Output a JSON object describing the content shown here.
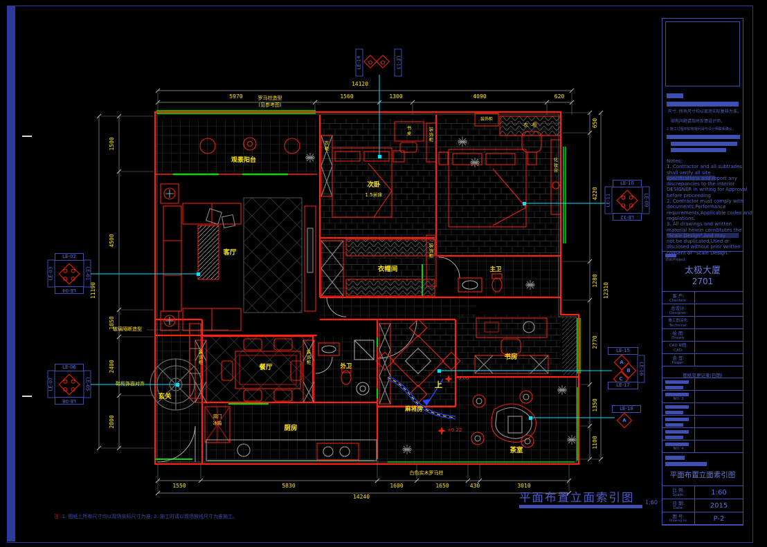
{
  "sheet": {
    "note_prefix": "注:",
    "note": "1. 图纸上所有尺寸均以现场实际尺寸为准;  2. 施工时请以现场放线尺寸为准施工。"
  },
  "plan": {
    "rooms": {
      "living": "客厅",
      "balcony": "观景阳台",
      "bed2": "次卧",
      "bed2_note": "1.5米床",
      "cloak": "衣帽间",
      "master_bath": "主卫",
      "dining": "餐厅",
      "entry": "玄关",
      "guest_bath": "外卫",
      "kitchen": "厨房",
      "mahjong": "麻将房",
      "study": "书房",
      "tea": "茶室"
    },
    "annotations": {
      "roman_top_1": "罗马柱造型",
      "roman_top_2": "(见参考图)",
      "roman_bottom": "白色实木罗马柱",
      "glass_partition": "玻璃隔断造型",
      "shoe_cabinet": "鞋柜饰面对齐",
      "deco_cabinet": "装饰柜",
      "wardrobe": "衣柜",
      "dresser": "化妆台",
      "desk": "书桌",
      "fridge_line1": "双门",
      "fridge_line2": "冰箱",
      "level_zero": "+0.00",
      "level_022": "+0.22",
      "up": "上"
    },
    "dims": {
      "top": {
        "total": "14120",
        "segs": [
          "5970",
          "1560",
          "1300",
          "4090",
          "620"
        ]
      },
      "bottom": {
        "total": "14240",
        "segs": [
          "1550",
          "5830",
          "1600",
          "1650",
          "430",
          "3010"
        ]
      },
      "left": {
        "total": "11190",
        "segs": [
          "1500",
          "4500",
          "1050",
          "2400",
          "2000"
        ]
      },
      "right": {
        "total": "12310",
        "segs": [
          "650",
          "4220",
          "1280",
          "2770",
          "1350",
          "1100"
        ]
      }
    },
    "markers": [
      {
        "top": "LE-02",
        "right": "LE-01",
        "bottom": "LE-04",
        "left": "LE-03"
      },
      {
        "top": "LE-06",
        "right": "LE-05",
        "bottom": "LE-08",
        "left": "LE-07"
      },
      {
        "top": "LE-10",
        "right": "LE-09",
        "bottom": "LE-12",
        "left": "LE-11"
      },
      {
        "left": "LE-14",
        "right": "LE-13"
      },
      {
        "top": "LE-15",
        "right": "LE-16",
        "bottom": "LE-17",
        "a": "A",
        "b": "B",
        "c": "C"
      },
      {
        "top": "LE-18",
        "a": "A"
      }
    ]
  },
  "footer": {
    "title": "平面布置立面索引图",
    "scale": "1:60"
  },
  "titleblock": {
    "notes_cn_1": "尺寸: 所有尺寸均以现场实际复核为准。",
    "notes_cn_2": "如有问题请及时反馈设计师。",
    "notes_cn_3": "2 施工过程中如有疑问请与设计师联系确认。",
    "notes_en": [
      "Notes:",
      "1. Contractor and all subtrades",
      "shall verify all site",
      "specifications and report any",
      "discrepancies to the interior",
      "DESIGNER in writing for Approval",
      "before proceeding",
      "2. Contractor must comply with",
      "documents,Performance",
      "requirements,Applicable codes and",
      "regulations.",
      "3. All drawings and written",
      "material herein constitutes the",
      "\"Scale Design\",And may",
      "not be duplicated,Used or",
      "disclosed without prior written",
      "consent of \"Scale Design.\""
    ],
    "project_label": "项目/Project:",
    "project_name": "太极大厦",
    "project_no": "2701",
    "rows": [
      {
        "cn": "客 户:",
        "en": "Clientele:"
      },
      {
        "cn": "总设计:",
        "en": "Designer:"
      },
      {
        "cn": "施工图深化:",
        "en": "Technical:"
      },
      {
        "cn": "绘 图:",
        "en": "Drawn:"
      },
      {
        "cn": "CAD 制图:",
        "en": "CAD:"
      },
      {
        "cn": "会 签:",
        "en": "Power:"
      }
    ],
    "revision_header": "图纸变更记录(日期)",
    "rev_no_1": "NO. 3",
    "rev_no_2": "NO. 4",
    "drawing_title": "平面布置立面索引图",
    "scale_row": {
      "cn": "比 例:",
      "en": "Scale:",
      "value": "1:60"
    },
    "date_row": {
      "cn": "日 期:",
      "en": "Date:",
      "value": "2015"
    },
    "no_row": {
      "cn": "图 号:",
      "en": "Drawing no.",
      "value": "P-2"
    }
  }
}
